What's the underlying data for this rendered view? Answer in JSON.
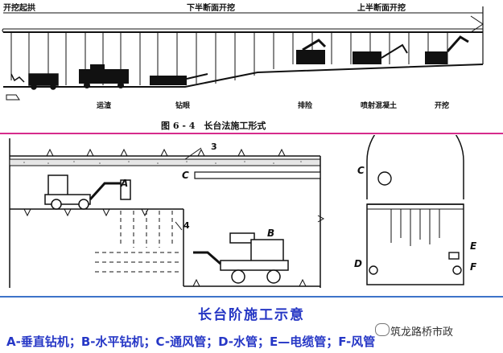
{
  "top_figure": {
    "label_excavate_start": "开挖起拱",
    "label_lower_half": "下半断面开挖",
    "label_upper_half": "上半断面开挖",
    "step_mucking": "运渣",
    "step_drilling": "钻眼",
    "step_blasting": "排险",
    "step_shotcrete": "喷射混凝土",
    "step_excavate": "开挖",
    "caption": "图 6 - 4　长台法施工形式"
  },
  "bottom_figure": {
    "label_3": "3",
    "label_4": "4",
    "label_A": "A",
    "label_B": "B",
    "label_C": "C",
    "section_label_C": "C",
    "section_label_D": "D",
    "section_label_E": "E",
    "section_label_F": "F",
    "title": "长台阶施工示意",
    "legend": "A-垂直钻机；B-水平钻机；C-通风管；D-水管；E—电缆管；F-风管"
  },
  "watermark": "筑龙路桥市政",
  "colors": {
    "pink_line": "#d62c8c",
    "blue_line": "#3d73c9",
    "title_blue": "#2536c4"
  }
}
